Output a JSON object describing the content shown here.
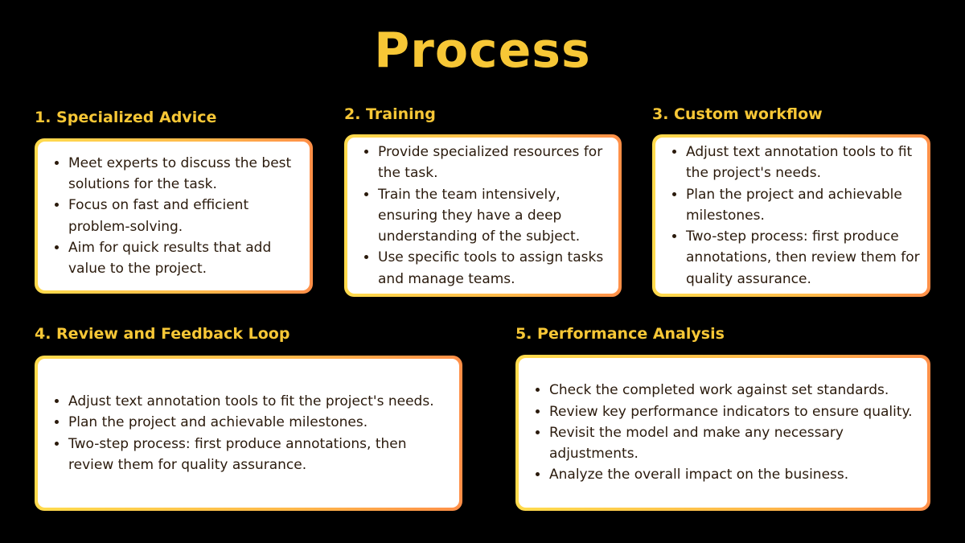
{
  "title": "Process",
  "sections": [
    {
      "heading": "1. Specialized Advice",
      "items": [
        "Meet experts to discuss the best solutions  for the task.",
        "Focus on fast and efficient problem-solving.",
        "Aim for quick results that add value to the project."
      ]
    },
    {
      "heading": "2. Training",
      "items": [
        "Provide specialized resources for the task.",
        "Train the team intensively, ensuring they have a deep understanding of the subject.",
        "Use specific tools to assign tasks and manage teams."
      ]
    },
    {
      "heading": "3. Custom workflow",
      "items": [
        "Adjust text annotation tools to fit the project's needs.",
        "Plan the project and achievable milestones.",
        "Two-step process: first produce annotations, then review them for quality assurance."
      ]
    },
    {
      "heading": "4. Review and Feedback Loop",
      "items": [
        "Adjust text annotation tools to fit the project's needs.",
        "Plan the project and achievable milestones.",
        "Two-step process: first produce annotations, then review them for quality assurance."
      ]
    },
    {
      "heading": "5. Performance Analysis",
      "items": [
        "Check the completed work against set standards.",
        "Review key performance indicators to ensure quality.",
        "Revisit the model and make any necessary adjustments.",
        "Analyze the overall impact on the business."
      ]
    }
  ]
}
